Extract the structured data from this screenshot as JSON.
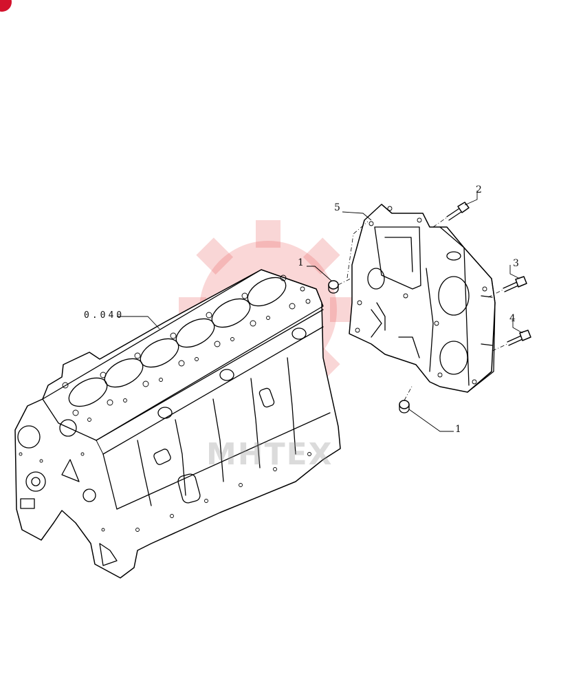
{
  "diagram": {
    "reference_label": "0.040",
    "callouts": [
      {
        "id": "callout-1-upper",
        "text": "1"
      },
      {
        "id": "callout-1-lower",
        "text": "1"
      },
      {
        "id": "callout-2",
        "text": "2"
      },
      {
        "id": "callout-3",
        "text": "3"
      },
      {
        "id": "callout-4",
        "text": "4"
      },
      {
        "id": "callout-5",
        "text": "5"
      }
    ],
    "watermark": {
      "text": "MHTEX",
      "color": "#e84a4a"
    },
    "corner_badge_color": "#d3122c"
  }
}
